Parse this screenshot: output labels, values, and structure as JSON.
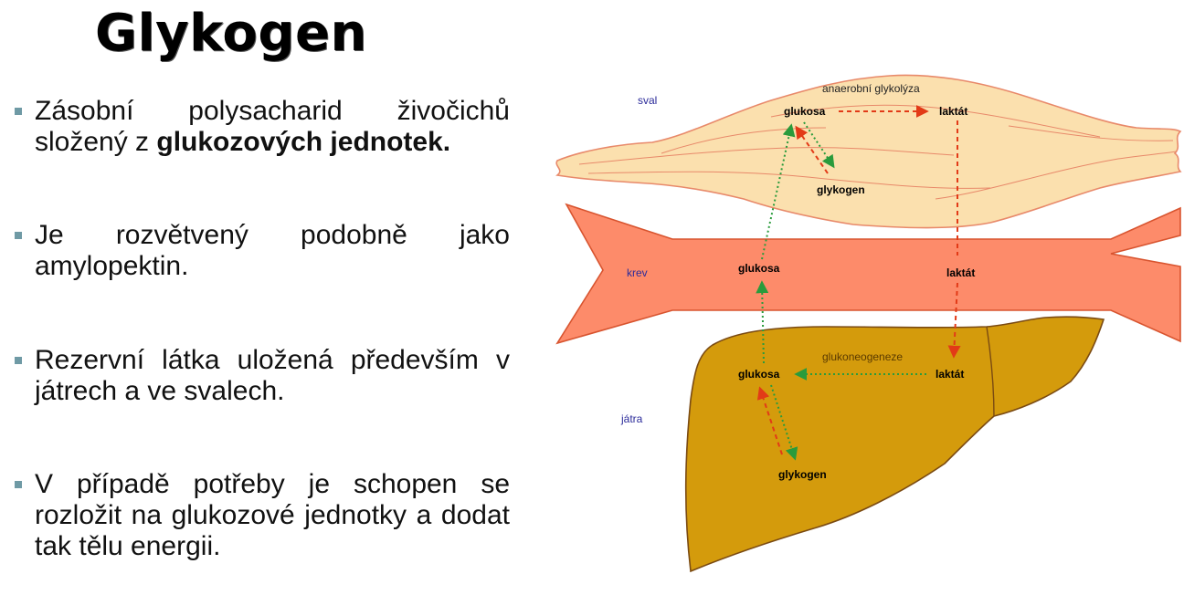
{
  "title": "Glykogen",
  "bullets": [
    {
      "pre": "Zásobní polysacharid živočichů složený z ",
      "bold": "glukozových jednotek.",
      "post": ""
    },
    {
      "pre": "Je rozvětvený podobně jako amylopektin.",
      "bold": "",
      "post": ""
    },
    {
      "pre": "Rezervní látka uložená především v játrech a ve svalech.",
      "bold": "",
      "post": ""
    },
    {
      "pre": "V případě potřeby je schopen se rozložit na glukozové jednotky a dodat tak tělu energii.",
      "bold": "",
      "post": ""
    }
  ],
  "diagram": {
    "organs": {
      "muscle": "sval",
      "blood": "krev",
      "liver": "játra"
    },
    "processes": {
      "anaerobic": "anaerobní glykolýza",
      "gluconeogenesis": "glukoneogeneze"
    },
    "nodes": {
      "muscle_glucose": "glukosa",
      "muscle_lactate": "laktát",
      "muscle_glycogen": "glykogen",
      "blood_glucose": "glukosa",
      "blood_lactate": "laktát",
      "liver_glucose": "glukosa",
      "liver_lactate": "laktát",
      "liver_glycogen": "glykogen"
    },
    "colors": {
      "muscle": "#fbe0ae",
      "blood": "#fd8b6a",
      "liver": "#d49b0c",
      "red_arrow": "#e23a17",
      "green_arrow": "#2a9b3c",
      "organ_label": "#2b2b9a"
    }
  }
}
